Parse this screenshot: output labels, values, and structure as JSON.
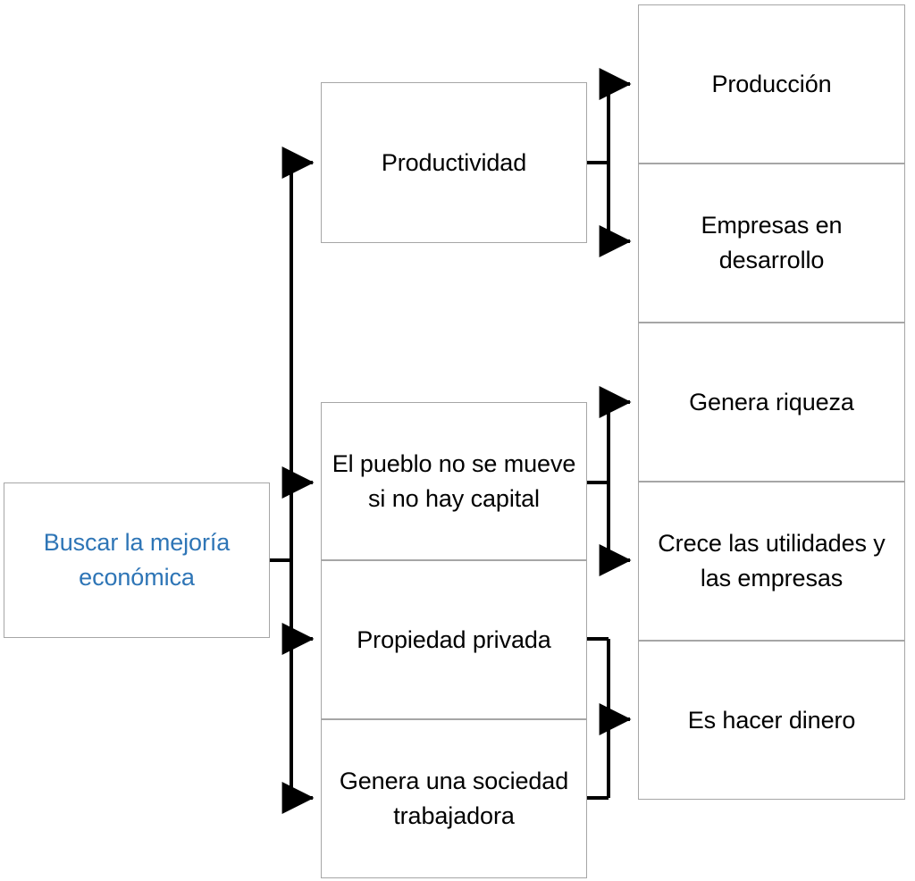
{
  "diagram": {
    "type": "horizontal-tree-flowchart",
    "background_color": "#ffffff",
    "box_border_color": "#a6a6a6",
    "connector_color": "#000000",
    "root_text_color": "#2E75B6",
    "node_text_color": "#000000",
    "root": {
      "label": "Buscar la mejoría económica"
    },
    "level2": [
      {
        "label": "Productividad"
      },
      {
        "label": "El pueblo no se mueve si no hay capital"
      },
      {
        "label": "Propiedad privada"
      },
      {
        "label": "Genera una sociedad trabajadora"
      }
    ],
    "level3": [
      {
        "label": "Producción"
      },
      {
        "label": "Empresas en desarrollo"
      },
      {
        "label": "Genera riqueza"
      },
      {
        "label": "Crece las utilidades y las empresas"
      },
      {
        "label": "Es hacer dinero"
      }
    ],
    "edges": [
      {
        "from": "Buscar la mejoría económica",
        "to": "Productividad"
      },
      {
        "from": "Buscar la mejoría económica",
        "to": "El pueblo no se mueve si no hay capital"
      },
      {
        "from": "Buscar la mejoría económica",
        "to": "Propiedad privada"
      },
      {
        "from": "Buscar la mejoría económica",
        "to": "Genera una sociedad trabajadora"
      },
      {
        "from": "Productividad",
        "to": "Producción"
      },
      {
        "from": "Productividad",
        "to": "Empresas en desarrollo"
      },
      {
        "from": "El pueblo no se mueve si no hay capital",
        "to": "Genera riqueza"
      },
      {
        "from": "El pueblo no se mueve si no hay capital",
        "to": "Crece las utilidades y las empresas"
      },
      {
        "from": "Propiedad privada",
        "to": "Es hacer dinero"
      },
      {
        "from": "Genera una sociedad trabajadora",
        "to": "Es hacer dinero"
      }
    ]
  }
}
